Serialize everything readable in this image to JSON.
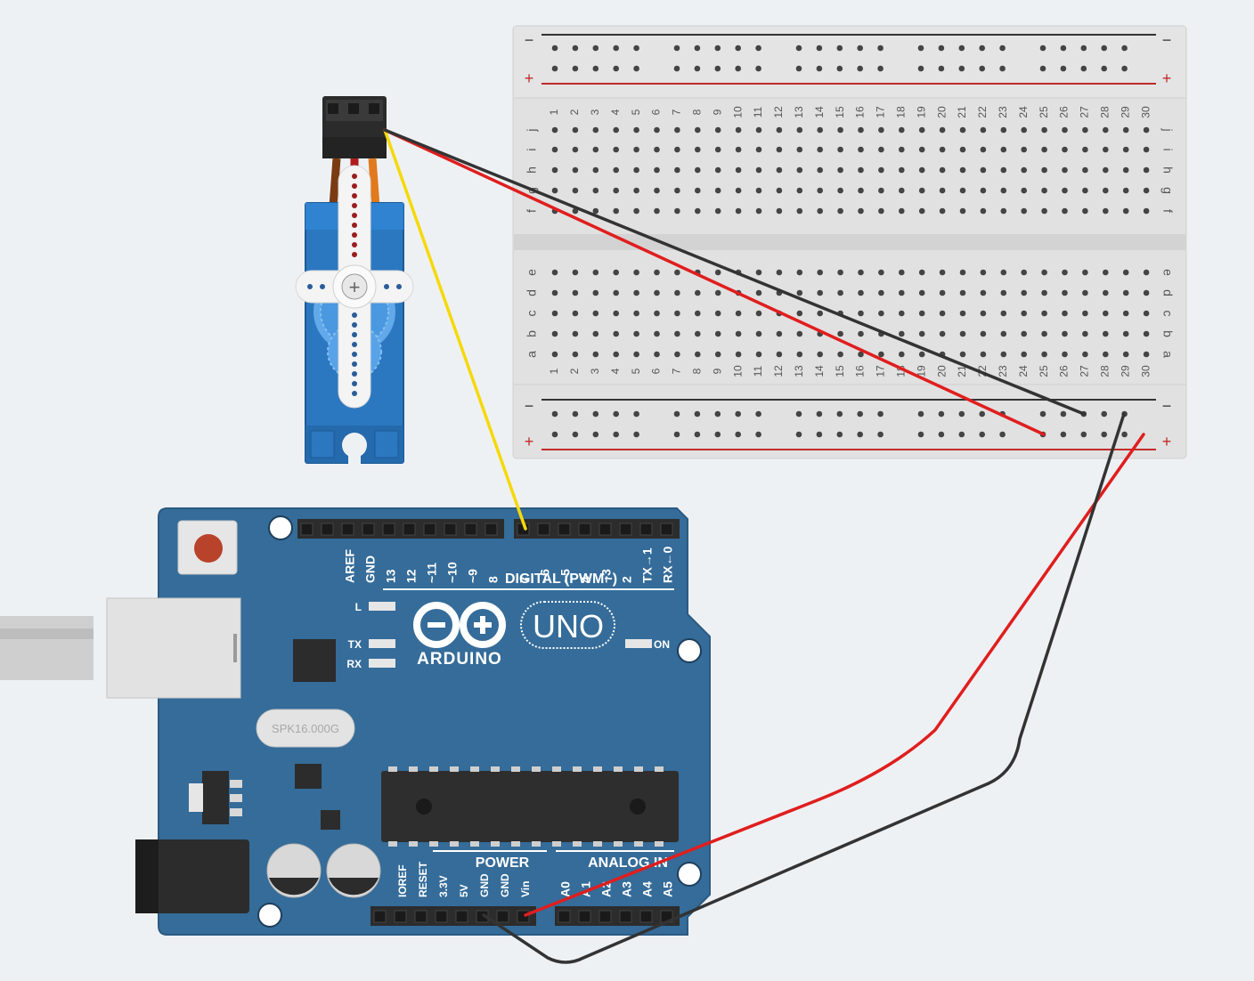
{
  "breadboard": {
    "columns": [
      "1",
      "2",
      "3",
      "4",
      "5",
      "6",
      "7",
      "8",
      "9",
      "10",
      "11",
      "12",
      "13",
      "14",
      "15",
      "16",
      "17",
      "18",
      "19",
      "20",
      "21",
      "22",
      "23",
      "24",
      "25",
      "26",
      "27",
      "28",
      "29",
      "30"
    ],
    "rows_top": [
      "j",
      "i",
      "h",
      "g",
      "f"
    ],
    "rows_bottom": [
      "e",
      "d",
      "c",
      "b",
      "a"
    ],
    "rail_minus": "−",
    "rail_plus": "+"
  },
  "arduino": {
    "logo_text": "ARDUINO",
    "model": "UNO",
    "digital_label": "DIGITAL (PWM~)",
    "digital_pins": [
      "AREF",
      "GND",
      "13",
      "12",
      "~11",
      "~10",
      "~9",
      "8",
      "7",
      "~6",
      "~5",
      "4",
      "~3",
      "2",
      "TX→1",
      "RX←0"
    ],
    "led_l": "L",
    "led_tx": "TX",
    "led_rx": "RX",
    "on_label": "ON",
    "crystal": "SPK16.000G",
    "power_label": "POWER",
    "analog_label": "ANALOG IN",
    "power_pins": [
      "IOREF",
      "RESET",
      "3.3V",
      "5V",
      "GND",
      "GND",
      "Vin"
    ],
    "analog_pins": [
      "A0",
      "A1",
      "A2",
      "A3",
      "A4",
      "A5"
    ]
  },
  "wires": {
    "signal_color": "#f5d90a",
    "power_color": "#e01e1e",
    "ground_color": "#333333"
  },
  "colors": {
    "board_blue": "#356c99",
    "servo_blue": "#2b78c0",
    "background": "#eef1f4"
  }
}
